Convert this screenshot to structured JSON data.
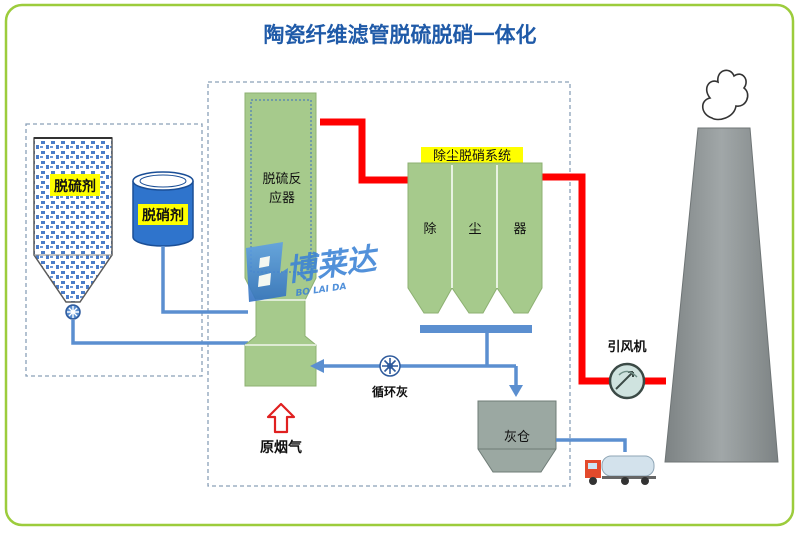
{
  "title": "陶瓷纤维滤管脱硫脱硝一体化",
  "labels": {
    "desulfurizer": "脱硫剂",
    "denitrifier": "脱硝剂",
    "reactor_line1": "脱硫反",
    "reactor_line2": "应器",
    "system": "除尘脱硝系统",
    "chamber_1": "除",
    "chamber_2": "尘",
    "chamber_3": "器",
    "fan": "引风机",
    "recycle": "循环灰",
    "raw_gas": "原烟气",
    "ash_bin": "灰仓"
  },
  "logo": {
    "text": "博莱达",
    "sub": "BO LAI DA"
  },
  "colors": {
    "frame": "#9ccc3c",
    "title": "#1f5aa8",
    "vessel": "#a6ca8c",
    "flue": "#ff0000",
    "pipe": "#5b8fd0",
    "dash": "#8aa0b8",
    "arrow_red": "#e02020",
    "highlight": "#ffff00",
    "chimney": "#8f9596"
  },
  "icons": [
    "rotary-valve-icon",
    "fan-icon",
    "recycle-valve-icon",
    "truck-icon",
    "up-arrow-icon",
    "smoke-icon"
  ]
}
